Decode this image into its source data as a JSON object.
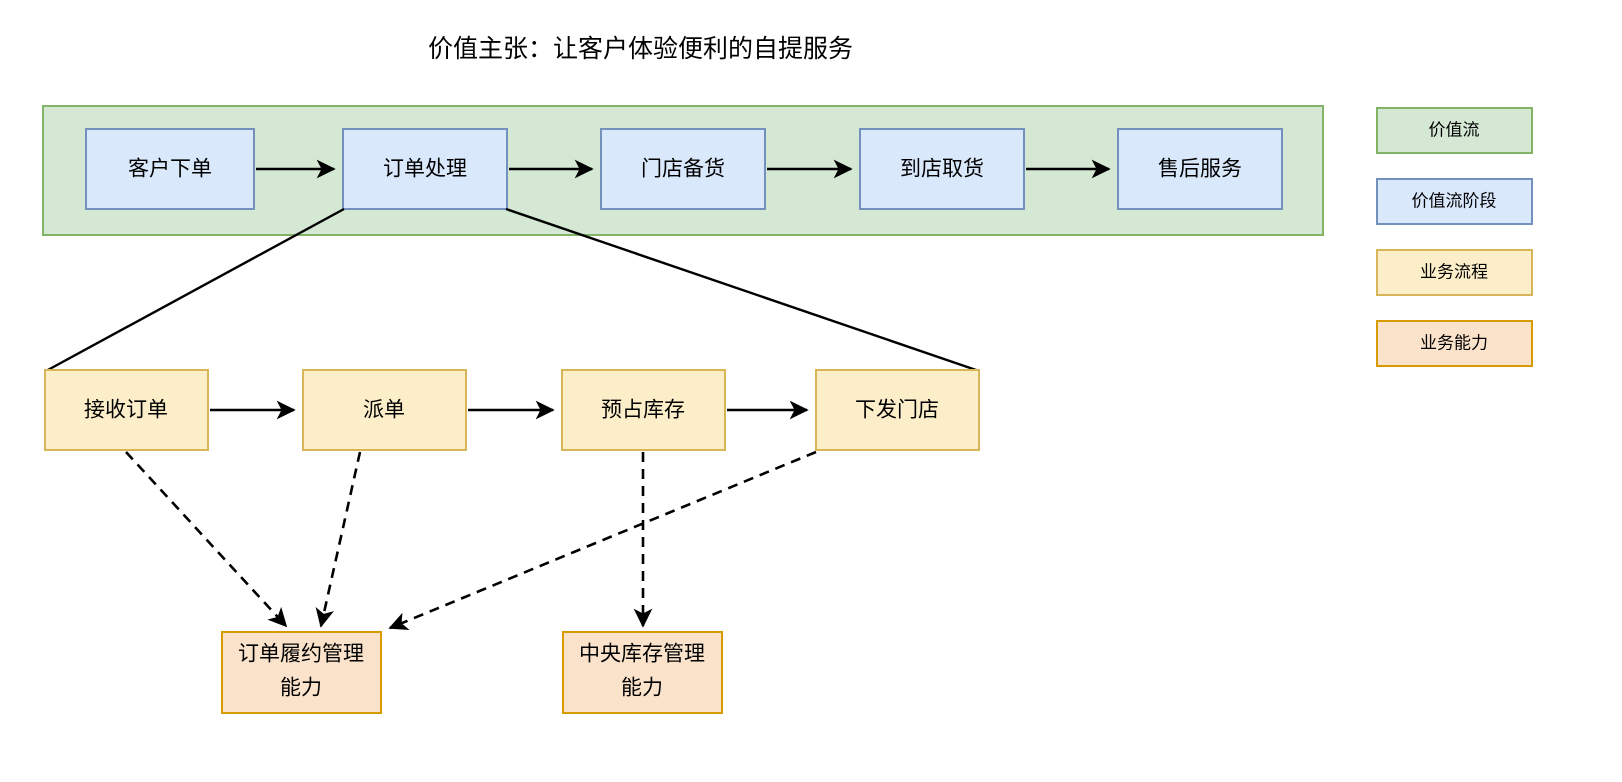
{
  "diagram": {
    "title": "价值主张：让客户体验便利的自提服务",
    "value_stream": {
      "name": "价值流",
      "stages": [
        {
          "label": "客户下单"
        },
        {
          "label": "订单处理"
        },
        {
          "label": "门店备货"
        },
        {
          "label": "到店取货"
        },
        {
          "label": "售后服务"
        }
      ]
    },
    "processes": [
      {
        "label": "接收订单"
      },
      {
        "label": "派单"
      },
      {
        "label": "预占库存"
      },
      {
        "label": "下发门店"
      }
    ],
    "capabilities": [
      {
        "label_line1": "订单履约管理",
        "label_line2": "能力"
      },
      {
        "label_line1": "中央库存管理",
        "label_line2": "能力"
      }
    ],
    "legend": [
      {
        "label": "价值流",
        "color": "#d5e8d4",
        "border": "#82b366"
      },
      {
        "label": "价值流阶段",
        "color": "#dae8fc",
        "border": "#7491bd"
      },
      {
        "label": "业务流程",
        "color": "#fbeec9",
        "border": "#d6b656"
      },
      {
        "label": "业务能力",
        "color": "#fae3ca",
        "border": "#d79b00"
      }
    ]
  }
}
